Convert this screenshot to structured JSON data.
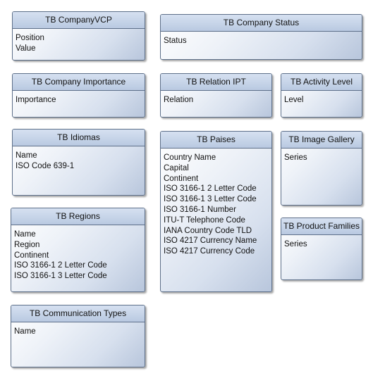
{
  "entities": [
    {
      "id": "e-companyvcp",
      "title": "TB CompanyVCP",
      "fields": [
        "Position",
        "Value"
      ]
    },
    {
      "id": "e-companystatus",
      "title": "TB Company Status",
      "fields": [
        "Status"
      ]
    },
    {
      "id": "e-companyimportance",
      "title": "TB Company Importance",
      "fields": [
        "Importance"
      ]
    },
    {
      "id": "e-relationipt",
      "title": "TB Relation IPT",
      "fields": [
        "Relation"
      ]
    },
    {
      "id": "e-activitylevel",
      "title": "TB Activity Level",
      "fields": [
        "Level"
      ]
    },
    {
      "id": "e-idiomas",
      "title": "TB Idiomas",
      "fields": [
        "Name",
        "ISO Code 639-1"
      ]
    },
    {
      "id": "e-paises",
      "title": "TB Paises",
      "fields": [
        "Country Name",
        "Capital",
        "Continent",
        "ISO 3166-1 2 Letter Code",
        "ISO 3166-1 3 Letter Code",
        "ISO 3166-1 Number",
        "ITU-T Telephone Code",
        "IANA Country Code TLD",
        "ISO 4217 Currency Name",
        "ISO 4217 Currency Code"
      ]
    },
    {
      "id": "e-imagegallery",
      "title": "TB Image Gallery",
      "fields": [
        "Series"
      ]
    },
    {
      "id": "e-regions",
      "title": "TB Regions",
      "fields": [
        "Name",
        "Region",
        "Continent",
        "ISO 3166-1 2 Letter Code",
        "ISO 3166-1 3 Letter Code"
      ]
    },
    {
      "id": "e-productfamilies",
      "title": "TB Product Families",
      "fields": [
        "Series"
      ]
    },
    {
      "id": "e-communicationtypes",
      "title": "TB Communication Types",
      "fields": [
        "Name"
      ]
    }
  ],
  "colors": {
    "border": "#5d6f89",
    "header": "#b9c9e1",
    "body_light": "#ffffff",
    "body_dark": "#b8c6dc"
  }
}
